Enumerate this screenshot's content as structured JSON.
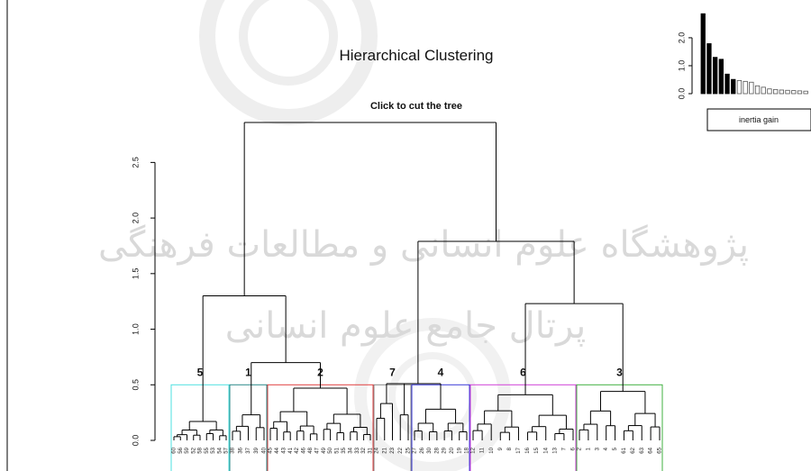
{
  "watermark": {
    "line1": "پژوهشگاه علوم انسانی و مطالعات فرهنگی",
    "line2": "پرتال جامع علوم انسانی"
  },
  "chart_data": [
    {
      "type": "dendrogram",
      "title": "Hierarchical Clustering",
      "subtitle": "Click to cut the tree",
      "ylim": [
        0,
        2.9
      ],
      "y_ticks": [
        0.0,
        0.5,
        1.0,
        1.5,
        2.0,
        2.5
      ],
      "y_tick_labels": [
        "0.0",
        "0.5",
        "1.0",
        "1.5",
        "2.0",
        "2.5"
      ],
      "cut_height": 0.5,
      "merges": [
        {
          "name": "root",
          "height": 2.86
        },
        {
          "name": "merge-5-1-2",
          "height": 1.3
        },
        {
          "name": "merge-1-2",
          "height": 0.7
        },
        {
          "name": "merge-7-4-6-3",
          "height": 1.79
        },
        {
          "name": "merge-6-3",
          "height": 1.23
        }
      ],
      "clusters": [
        {
          "label": "5",
          "color": "#4ee0e0",
          "height": 0.17,
          "leaves": [
            "60",
            "56",
            "59",
            "52",
            "58",
            "55",
            "53",
            "54",
            "57"
          ]
        },
        {
          "label": "1",
          "color": "#2a8a8a",
          "height": 0.23,
          "leaves": [
            "38",
            "36",
            "37",
            "39",
            "40"
          ]
        },
        {
          "label": "2",
          "color": "#e04040",
          "height": 0.47,
          "leaves": [
            "45",
            "44",
            "43",
            "41",
            "42",
            "46",
            "48",
            "47",
            "49",
            "50",
            "51",
            "35",
            "34",
            "33",
            "32",
            "31"
          ]
        },
        {
          "label": "7",
          "color": "#888888",
          "height": 0.51,
          "leaves": [
            "24",
            "21",
            "23",
            "22",
            "25"
          ]
        },
        {
          "label": "4",
          "color": "#3a3ad8",
          "height": 0.28,
          "leaves": [
            "27",
            "26",
            "30",
            "28",
            "29",
            "20",
            "19",
            "18"
          ]
        },
        {
          "label": "6",
          "color": "#d040d8",
          "height": 0.41,
          "leaves": [
            "12",
            "11",
            "10",
            "9",
            "8",
            "17",
            "16",
            "15",
            "14",
            "13",
            "7",
            "6"
          ]
        },
        {
          "label": "3",
          "color": "#40b040",
          "height": 0.44,
          "leaves": [
            "2",
            "1",
            "3",
            "4",
            "5",
            "61",
            "62",
            "63",
            "64",
            "65"
          ]
        }
      ]
    },
    {
      "type": "bar",
      "legend": "inertia gain",
      "y_ticks": [
        0.0,
        1.0,
        2.0
      ],
      "y_tick_labels": [
        "0.0",
        "1.0",
        "2.0"
      ],
      "ylim": [
        0,
        2.9
      ],
      "values": [
        2.86,
        1.79,
        1.3,
        1.23,
        0.7,
        0.51,
        0.47,
        0.44,
        0.41,
        0.28,
        0.23,
        0.17,
        0.15,
        0.13,
        0.12,
        0.11,
        0.1,
        0.09,
        0.08,
        0.07
      ],
      "filled_count": 6,
      "filled_color": "#000000",
      "empty_color": "#cccccc"
    }
  ]
}
